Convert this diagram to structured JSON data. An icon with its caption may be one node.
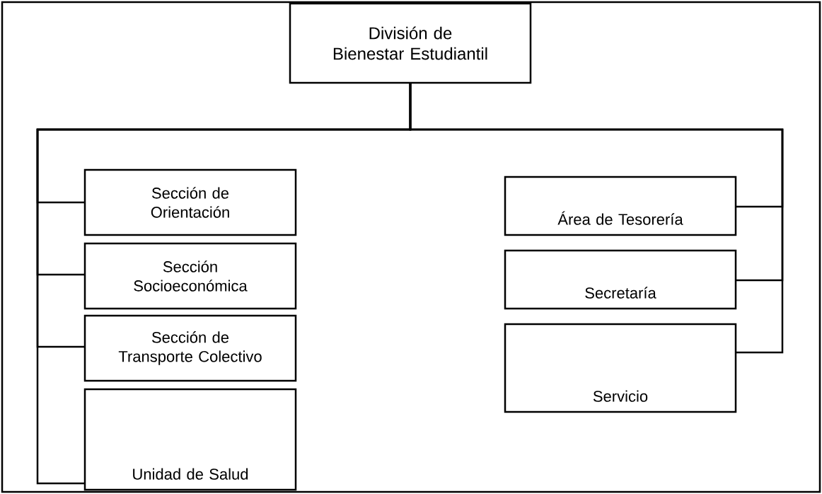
{
  "diagram": {
    "nodes": [
      {
        "text": [
          "División de Bienestar Estudiantil"
        ]
      },
      {
        "text": [
          "Sección de Orientación"
        ]
      },
      {
        "text": [
          "Sección Socioeconómica"
        ]
      },
      {
        "text": [
          "Sección de Transporte Colectivo"
        ]
      },
      {
        "text": [
          "Unidad de Salud"
        ]
      },
      {
        "text": [
          "Área de Tesorería"
        ]
      },
      {
        "text": [
          "Secretaría"
        ]
      },
      {
        "text": [
          "Servicio"
        ]
      }
    ],
    "edges": [
      {
        "from": 0,
        "to": 1,
        "arrow": "none"
      },
      {
        "from": 0,
        "to": 2,
        "arrow": "none"
      },
      {
        "from": 0,
        "to": 3,
        "arrow": "none"
      },
      {
        "from": 0,
        "to": 4,
        "arrow": "none"
      },
      {
        "from": 0,
        "to": 5,
        "arrow": "none"
      },
      {
        "from": 0,
        "to": 6,
        "arrow": "none"
      },
      {
        "from": 0,
        "to": 7,
        "arrow": "none"
      }
    ]
  }
}
